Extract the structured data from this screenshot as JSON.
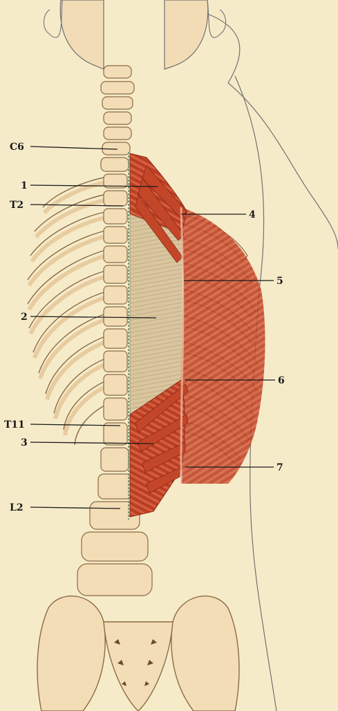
{
  "labels": {
    "c6": "C6",
    "one": "1",
    "t2": "T2",
    "four": "4",
    "five": "5",
    "two": "2",
    "six": "6",
    "t11": "T11",
    "three": "3",
    "seven": "7",
    "l2": "L2"
  },
  "colors": {
    "background": "#f6ebc9",
    "bone": "#f3ddb6",
    "bone_outline": "#8a6a44",
    "muscle": "#c84a2c",
    "muscle_light": "#e58a6a",
    "aponeurosis": "#d8c29a",
    "body_outline": "#6a6a6a"
  },
  "icons": [
    "vertebral-column-illustration",
    "rib-cage-illustration",
    "pelvis-illustration",
    "serratus-posterior-muscles-illustration"
  ]
}
